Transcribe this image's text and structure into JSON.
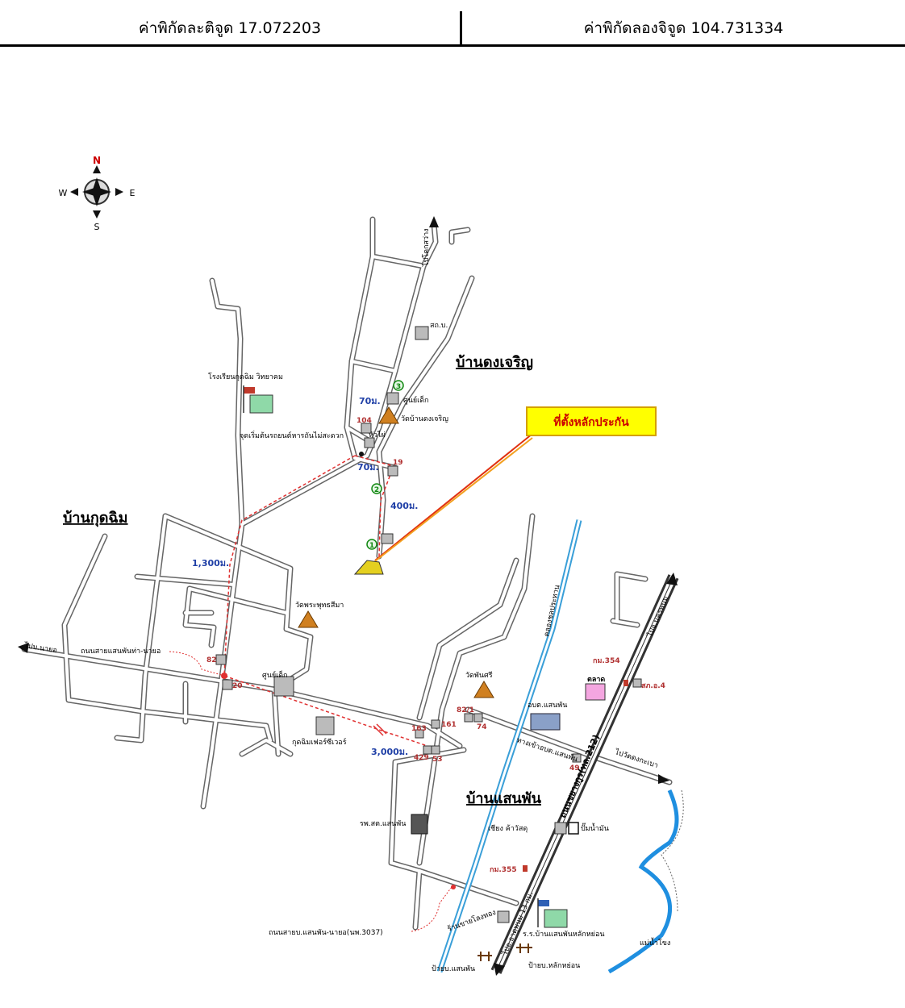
{
  "header": {
    "latitude": "ค่าพิกัดละติจูด 17.072203",
    "longitude": "ค่าพิกัดลองจิจูด 104.731334"
  },
  "compass": {
    "n": "N",
    "s": "S",
    "e": "E",
    "w": "W"
  },
  "callout": "ที่ตั้งหลักประกัน",
  "villages": {
    "dongcharoen": "บ้านดงเจริญ",
    "kudsim": "บ้านกุดฉิม",
    "saenphan": "บ้านแสนพัน"
  },
  "distances": {
    "d70a": "70ม.",
    "d70b": "70ม.",
    "d400": "400ม.",
    "d1300": "1,300ม.",
    "d3000": "3,000ม."
  },
  "markers": {
    "m1": "1",
    "m2": "2",
    "m3": "3"
  },
  "house_numbers": {
    "n104": "104",
    "n19": "19",
    "n82": "82",
    "n20": "20",
    "n163": "163",
    "n161": "161",
    "n82_1": "82/1",
    "n74": "74",
    "n429": "429",
    "n53": "53",
    "n49": "49"
  },
  "labels": {
    "to_khok": "ไปโคกสว่าง",
    "hua_krai": "หัวไผ่",
    "school_kudsim": "โรงเรียนกุดฉิม วิทยาคม",
    "child_center1": "ศูนย์เด็ก",
    "wat_dong": "วัดบ้านดงเจริญ",
    "start_road": "จุดเริ่มต้นรถยนต์หารถันไม่สะดวก",
    "health": "สถ.บ.",
    "wat_phosima": "วัดพระพุทธสีมา",
    "to_naye": "ไปบ.นายอ",
    "road_saen_naye": "ถนนสายแสนพันท่า-นายอ",
    "child_center2": "ศูนย์เด็ก",
    "kudsim_fair": "กุดฉิมเฟอร์ซีเวอร์",
    "canal": "คลองชลประทาน",
    "wat_phansi": "วัดพันศรี",
    "aobt": "อบต.แสนพัน",
    "market": "ตลาด",
    "km354": "กม.354",
    "police": "สภ.อ.4",
    "to_nakhon": "ไปจ.นครพนม",
    "to_thatkanba": "ไปวัดดงกะเบา",
    "highway": "ถนนชยางกูร(ทล.212)",
    "road_aobt": "ทางเข้าอบต.แสนพัน",
    "hospital": "รพ.สต.แสนพัน",
    "shop": "เชียง ค้าวัสดุ",
    "gas": "ปั๊มน้ำมัน",
    "km355": "กม.355",
    "road_3037": "ถนนสายบ.แสนพัน-นายอ(นพ.3037)",
    "shop2": "ร้านขายโลงทอง",
    "to_thatphanom": "ไปอ.ธาตุพนม 13 กม.",
    "school_saen": "ร.ร.บ้านแสนพันหลักหย่อน",
    "mekong": "แม่น้ำโขง",
    "sign_saen": "ป้ายบ.แสนพัน",
    "sign_lak": "ป้ายบ.หลักหย่อน"
  },
  "colors": {
    "callout_fill": "#ffff00",
    "callout_border": "#d4a000",
    "pointer": "#e03010",
    "route": "#e03030",
    "canal": "#3a9fd8",
    "river": "#1f8fe0",
    "highway": "#333333",
    "temple": "#d08020"
  }
}
